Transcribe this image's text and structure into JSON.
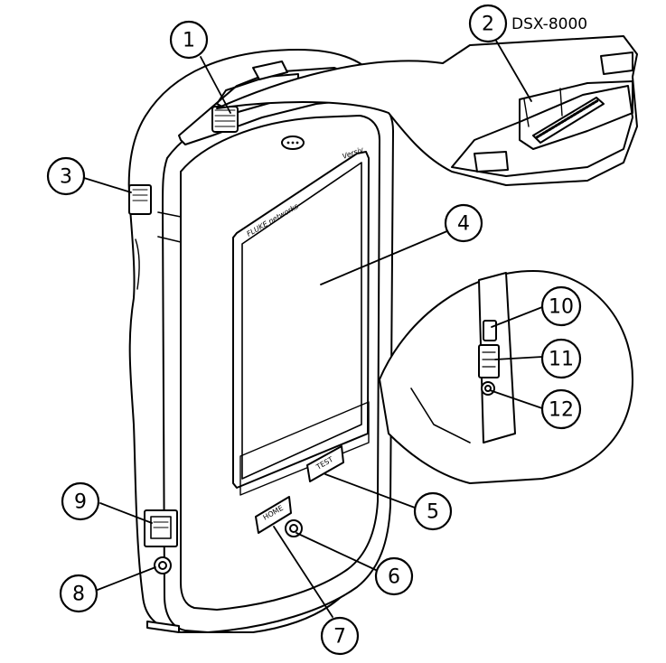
{
  "figure": {
    "model_label": "DSX-8000",
    "device_brand_text": "Versiv",
    "tester_brand_text": "FLUKE networks",
    "button_home_label": "HOME",
    "button_test_label": "TEST"
  },
  "callouts": [
    {
      "number": "1"
    },
    {
      "number": "2"
    },
    {
      "number": "3"
    },
    {
      "number": "4"
    },
    {
      "number": "5"
    },
    {
      "number": "6"
    },
    {
      "number": "7"
    },
    {
      "number": "8"
    },
    {
      "number": "9"
    },
    {
      "number": "10"
    },
    {
      "number": "11"
    },
    {
      "number": "12"
    }
  ],
  "colors": {
    "line": "#000000",
    "background": "#ffffff",
    "body_fill": "#ffffff"
  }
}
